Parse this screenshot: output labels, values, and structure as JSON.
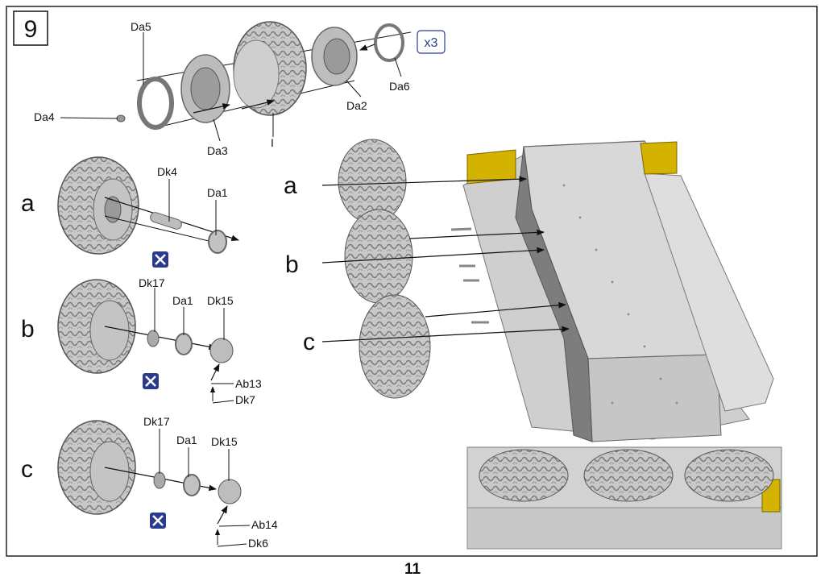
{
  "step": "9",
  "page_number": "11",
  "quantity": "x3",
  "part_labels": {
    "da5": "Da5",
    "da4": "Da4",
    "da3": "Da3",
    "i": "I",
    "da2": "Da2",
    "da6": "Da6",
    "a_dk4": "Dk4",
    "a_da1": "Da1",
    "b_dk17": "Dk17",
    "b_da1": "Da1",
    "b_dk15": "Dk15",
    "b_ab13": "Ab13",
    "b_dk7": "Dk7",
    "c_dk17": "Dk17",
    "c_da1": "Da1",
    "c_dk15": "Dk15",
    "c_ab14": "Ab14",
    "c_dk6": "Dk6"
  },
  "subassembly_letters": {
    "a": "a",
    "b": "b",
    "c": "c"
  },
  "hull_letters": {
    "a": "a",
    "b": "b",
    "c": "c"
  },
  "icons": [
    "step-number-box",
    "quantity-badge",
    "no-glue-icon",
    "tire",
    "hub",
    "hull"
  ],
  "colors": {
    "line": "#111111",
    "part": "#c9c9c9",
    "part_dark": "#8a8a8a",
    "hull": "#d3d3d3",
    "yellow": "#d4b200",
    "badge": "#2a3b8f"
  }
}
